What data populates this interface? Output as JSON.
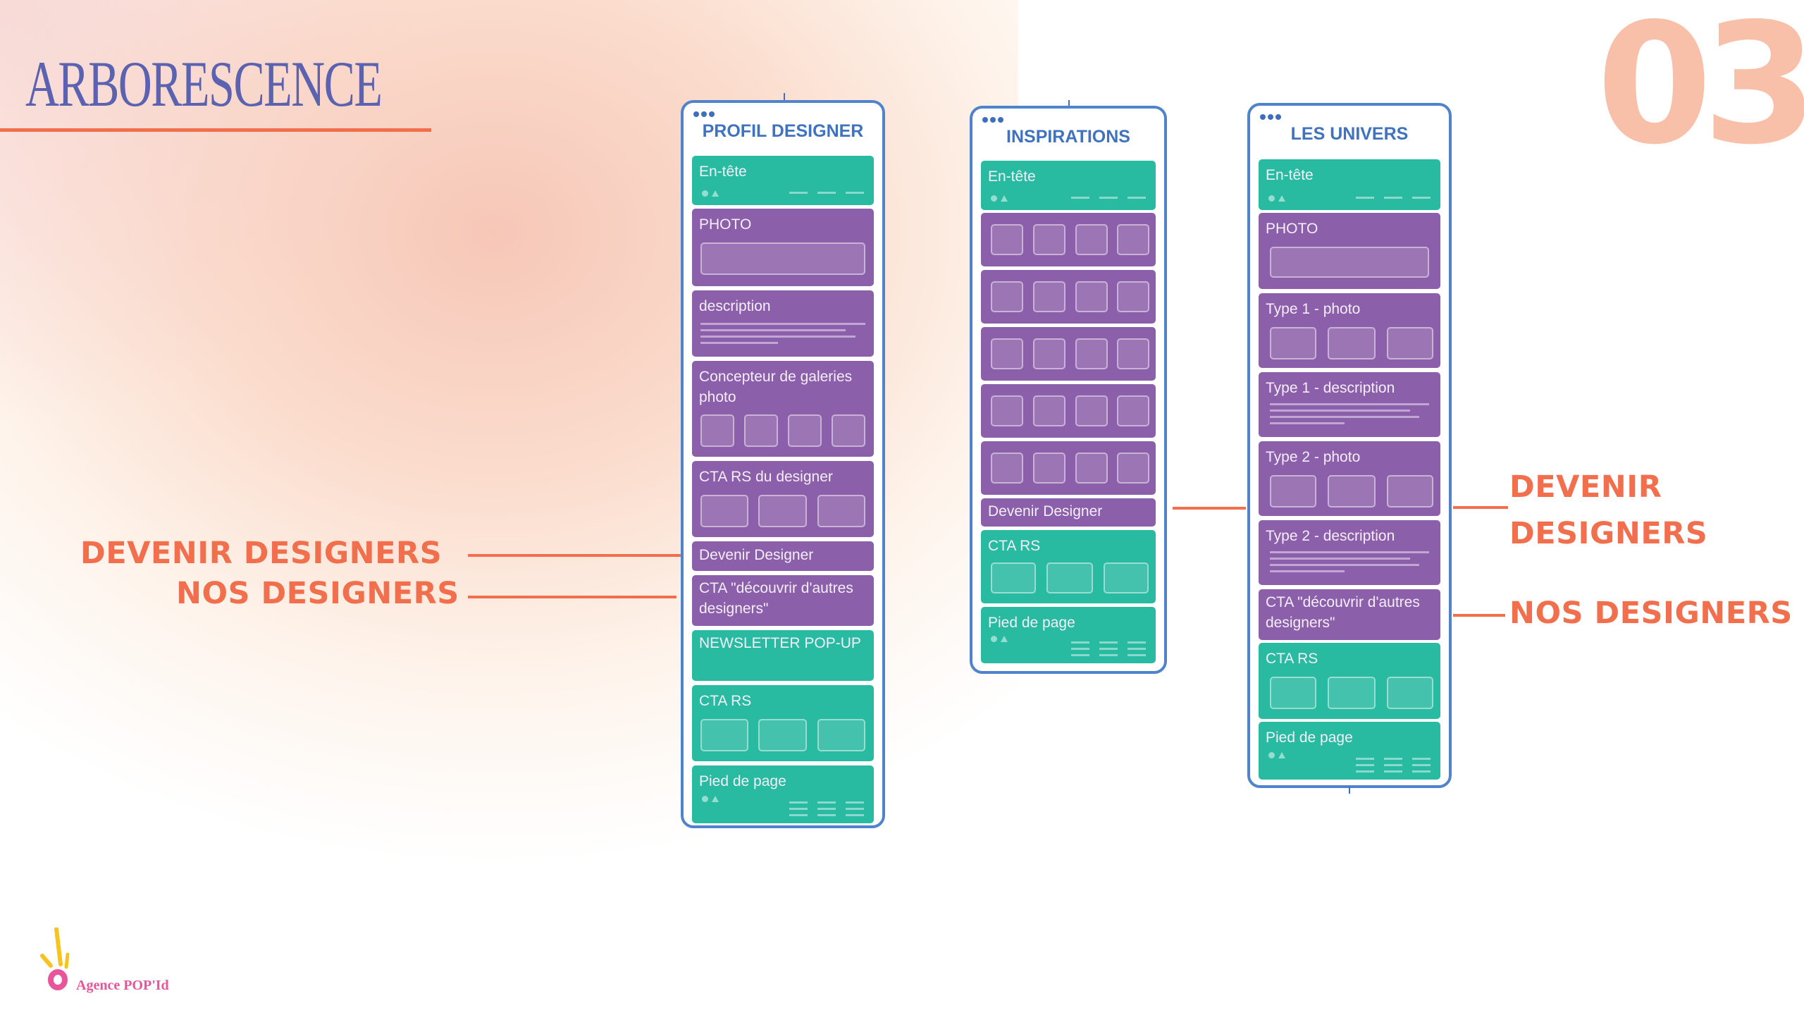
{
  "slide": {
    "title": "ARBORESCENCE",
    "page_number": "03",
    "accent_color": "#f26f4e",
    "title_color": "#5b63b0"
  },
  "colors": {
    "teal_block": "#28bba2",
    "purple_block": "#8c5fab",
    "card_border": "#4f83cc"
  },
  "pages": [
    {
      "title": "PROFIL DESIGNER",
      "blocks": [
        {
          "label": "En-tête",
          "type": "header"
        },
        {
          "label": "PHOTO",
          "type": "photo"
        },
        {
          "label": "description",
          "type": "text"
        },
        {
          "label": "Concepteur de galeries photo",
          "type": "gallery4"
        },
        {
          "label": "CTA RS du designer",
          "type": "gallery3"
        },
        {
          "label": "Devenir Designer",
          "type": "link"
        },
        {
          "label": "CTA \"découvrir d'autres designers\"",
          "type": "link"
        },
        {
          "label": "NEWSLETTER POP-UP",
          "type": "link"
        },
        {
          "label": "CTA RS",
          "type": "gallery3"
        },
        {
          "label": "Pied de page",
          "type": "footer"
        }
      ]
    },
    {
      "title": "INSPIRATIONS",
      "blocks": [
        {
          "label": "En-tête",
          "type": "header"
        },
        {
          "label": "",
          "type": "grid4"
        },
        {
          "label": "",
          "type": "grid4"
        },
        {
          "label": "",
          "type": "grid4"
        },
        {
          "label": "",
          "type": "grid4"
        },
        {
          "label": "",
          "type": "grid4"
        },
        {
          "label": "Devenir Designer",
          "type": "link"
        },
        {
          "label": "CTA RS",
          "type": "gallery3"
        },
        {
          "label": "Pied de page",
          "type": "footer"
        }
      ]
    },
    {
      "title": "LES UNIVERS",
      "blocks": [
        {
          "label": "En-tête",
          "type": "header"
        },
        {
          "label": "PHOTO",
          "type": "photo"
        },
        {
          "label": "Type 1 - photo",
          "type": "gallery3"
        },
        {
          "label": "Type 1 - description",
          "type": "text"
        },
        {
          "label": "Type 2 - photo",
          "type": "gallery3"
        },
        {
          "label": "Type 2 - description",
          "type": "text"
        },
        {
          "label": "CTA \"découvrir d'autres designers\"",
          "type": "link"
        },
        {
          "label": "CTA RS",
          "type": "gallery3"
        },
        {
          "label": "Pied de page",
          "type": "footer"
        }
      ]
    }
  ],
  "annotations": {
    "left_devenir": "DEVENIR DESIGNERS",
    "left_nos": "NOS DESIGNERS",
    "right_devenir_line1": "DEVENIR",
    "right_devenir_line2": "DESIGNERS",
    "right_nos": "NOS DESIGNERS"
  },
  "logo": {
    "text": "Agence POP'Id"
  }
}
